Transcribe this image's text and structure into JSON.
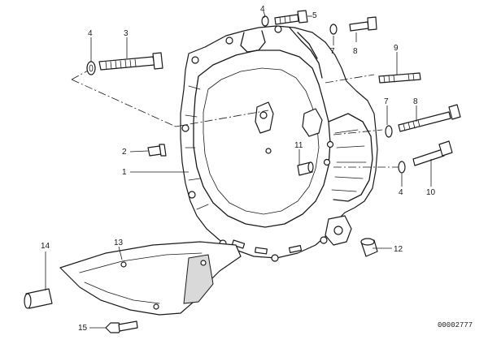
{
  "callouts": [
    {
      "id": "1",
      "label": "1"
    },
    {
      "id": "2",
      "label": "2"
    },
    {
      "id": "3",
      "label": "3"
    },
    {
      "id": "4a",
      "label": "4"
    },
    {
      "id": "4b",
      "label": "4"
    },
    {
      "id": "4c",
      "label": "4"
    },
    {
      "id": "5",
      "label": "5"
    },
    {
      "id": "7a",
      "label": "7"
    },
    {
      "id": "7b",
      "label": "7"
    },
    {
      "id": "8a",
      "label": "8"
    },
    {
      "id": "8b",
      "label": "8"
    },
    {
      "id": "9",
      "label": "9"
    },
    {
      "id": "10",
      "label": "10"
    },
    {
      "id": "11",
      "label": "11"
    },
    {
      "id": "12",
      "label": "12"
    },
    {
      "id": "13",
      "label": "13"
    },
    {
      "id": "14",
      "label": "14"
    },
    {
      "id": "15",
      "label": "15"
    }
  ],
  "catalog_number": "00002777"
}
